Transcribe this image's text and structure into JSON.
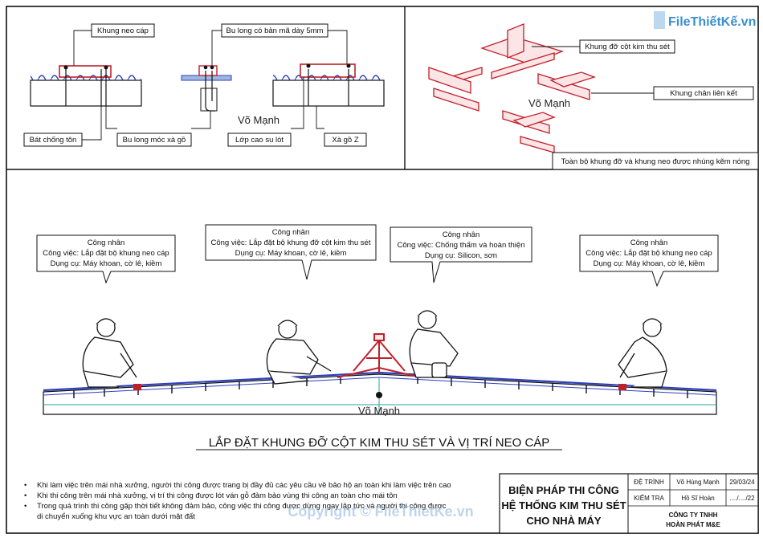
{
  "watermark": {
    "logo": "FileThiếtKế.vn",
    "bottom": "Copyright © FileThietKe.vn"
  },
  "detail_left": {
    "labels": {
      "khung_neo_cap": "Khung neo cáp",
      "bu_long_co_ban_ma": "Bu long có bản mã dày 5mm",
      "bat_chong_ton": "Bát chống tôn",
      "bu_long_moc_xa_go": "Bu long móc xà gồ",
      "lop_cao_su_lot": "Lớp cao su lót",
      "xa_go_z": "Xà gồ Z"
    },
    "author": "Võ Mạnh"
  },
  "detail_right": {
    "labels": {
      "khung_do_cot": "Khung đỡ cột kim thu sét",
      "khung_chan_lien_ket": "Khung chân liên kết"
    },
    "author": "Võ Mạnh",
    "note": "Toàn bộ khung đỡ và khung neo được nhúng kẽm nóng"
  },
  "workers": [
    {
      "title": "Công nhân",
      "task": "Công việc: Lắp đặt bộ khung neo cáp",
      "tools": "Dụng cụ: Máy khoan, cờ lê, kiềm"
    },
    {
      "title": "Công nhân",
      "task": "Công việc: Lắp đặt bộ khung đỡ cột kim thu sét",
      "tools": "Dụng cụ: Máy khoan, cờ lê, kiềm"
    },
    {
      "title": "Công nhân",
      "task": "Công việc: Chống thấm và hoàn thiện",
      "tools": "Dụng cụ: Silicon, sơn"
    },
    {
      "title": "Công nhân",
      "task": "Công việc: Lắp đặt bộ khung neo cáp",
      "tools": "Dụng cụ: Máy khoan, cờ lê, kiềm"
    }
  ],
  "main": {
    "author": "Võ Mạnh",
    "title": "LẮP ĐẶT KHUNG ĐỠ CỘT KIM THU SÉT VÀ VỊ TRÍ NEO CÁP"
  },
  "notes": [
    "Khi làm việc trên mái nhà xưởng, người thi công được trang bị đầy đủ các yêu cầu về bảo hộ an toàn khi làm việc trên cao",
    "Khi thi công trên mái nhà xưởng, vị trí thi công được lót ván gỗ đảm bảo vùng thi công an toàn cho mái tôn",
    "Trong quá trình thi công gặp thời tiết không đảm bảo, công việc thi công được dừng ngay lập tức và người thi công được",
    "di chuyển xuống khu vực an toàn dưới mặt đất"
  ],
  "title_block": {
    "line1": "BIỆN PHÁP THI CÔNG",
    "line2": "HỆ THỐNG KIM THU SÉT",
    "line3": "CHO NHÀ MÁY",
    "de_trinh_label": "ĐỆ TRÌNH",
    "de_trinh_name": "Võ Hùng Mạnh",
    "de_trinh_date": "29/03/24",
    "kiem_tra_label": "KIỂM TRA",
    "kiem_tra_name": "Hồ Sĩ Hoàn",
    "kiem_tra_date": "..../..../22",
    "company1": "CÔNG TY TNHH",
    "company2": "HOÀN PHÁT M&E"
  },
  "colors": {
    "frame": "#c0202a",
    "roof_blue": "#2d3fbf",
    "roof_teal": "#2aa39b",
    "line": "#111111"
  }
}
